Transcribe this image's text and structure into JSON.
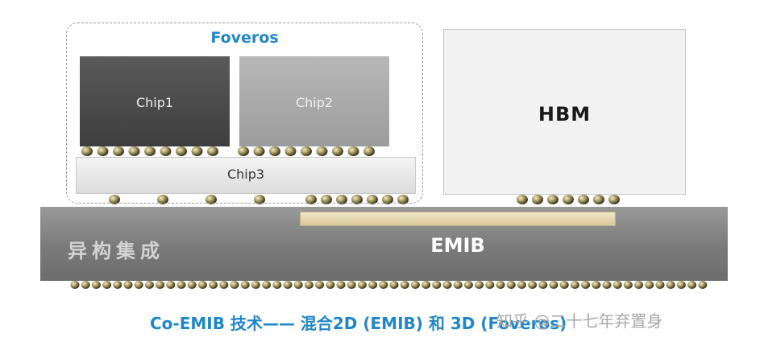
{
  "diagram": {
    "foveros_label": "Foveros",
    "chip1_label": "Chip1",
    "chip2_label": "Chip2",
    "chip3_label": "Chip3",
    "hbm_label": "HBM",
    "emib_label": "EMIB",
    "heterogeneous_label": "异构集成",
    "caption": "Co-EMIB 技术—— 混合2D (EMIB) 和 3D (Foveros)",
    "watermark": "知乎 @二十七年弃置身"
  },
  "colors": {
    "accent_blue": "#1f86c8",
    "chip1": "#4a4a4a",
    "chip2": "#a8a8a8",
    "substrate": "#7c7c7c",
    "emib_bridge": "#e3d5a8"
  }
}
